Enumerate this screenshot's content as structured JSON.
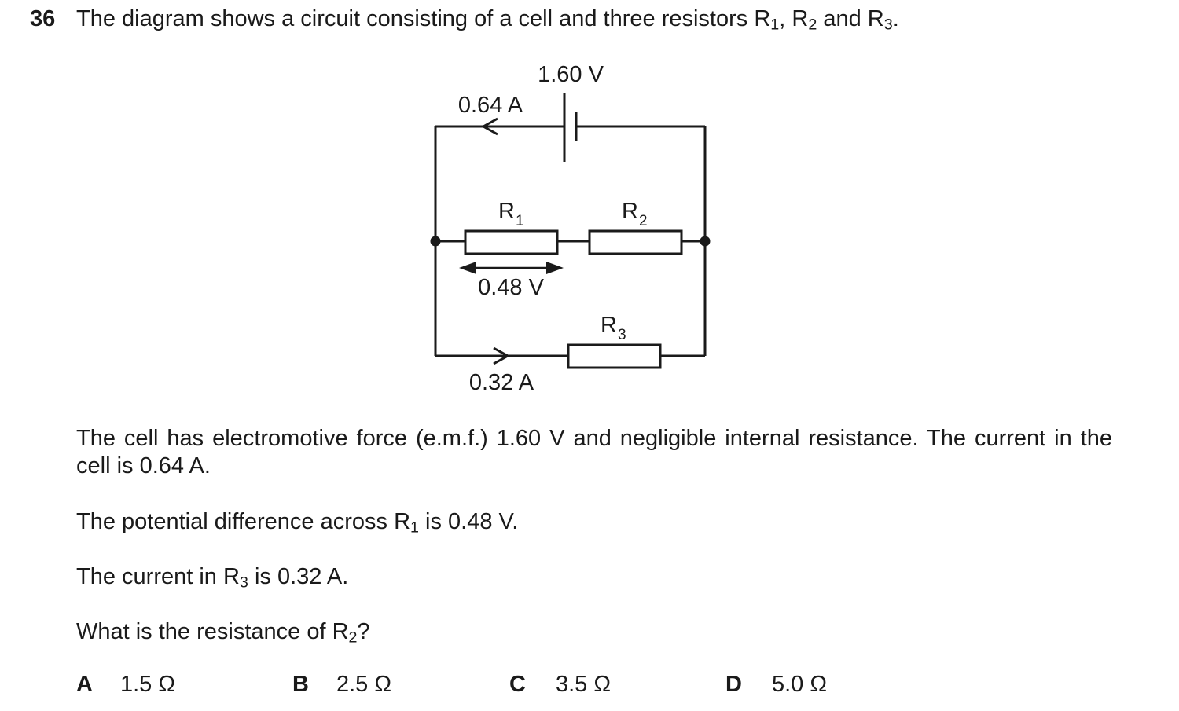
{
  "question": {
    "number": "36",
    "stem_pre": "The diagram shows a circuit consisting of a cell and three resistors R",
    "stem_sub1": "1",
    "stem_mid1": ", R",
    "stem_sub2": "2",
    "stem_mid2": " and R",
    "stem_sub3": "3",
    "stem_end": "."
  },
  "diagram": {
    "emf_label": "1.60 V",
    "cell_current_label": "0.64 A",
    "r1_letter": "R",
    "r1_sub": "1",
    "r2_letter": "R",
    "r2_sub": "2",
    "r3_letter": "R",
    "r3_sub": "3",
    "r1_pd_label": "0.48 V",
    "r3_current_label": "0.32 A"
  },
  "body": {
    "p1": "The cell has electromotive force (e.m.f.) 1.60 V and negligible internal resistance. The current in the cell is 0.64 A.",
    "p2_pre": "The potential difference across R",
    "p2_sub": "1",
    "p2_post": " is 0.48 V.",
    "p3_pre": "The current in R",
    "p3_sub": "3",
    "p3_post": " is 0.32 A.",
    "p4_pre": "What is the resistance of R",
    "p4_sub": "2",
    "p4_post": "?"
  },
  "options": [
    {
      "letter": "A",
      "value": "1.5 Ω"
    },
    {
      "letter": "B",
      "value": "2.5 Ω"
    },
    {
      "letter": "C",
      "value": "3.5 Ω"
    },
    {
      "letter": "D",
      "value": "5.0 Ω"
    }
  ]
}
